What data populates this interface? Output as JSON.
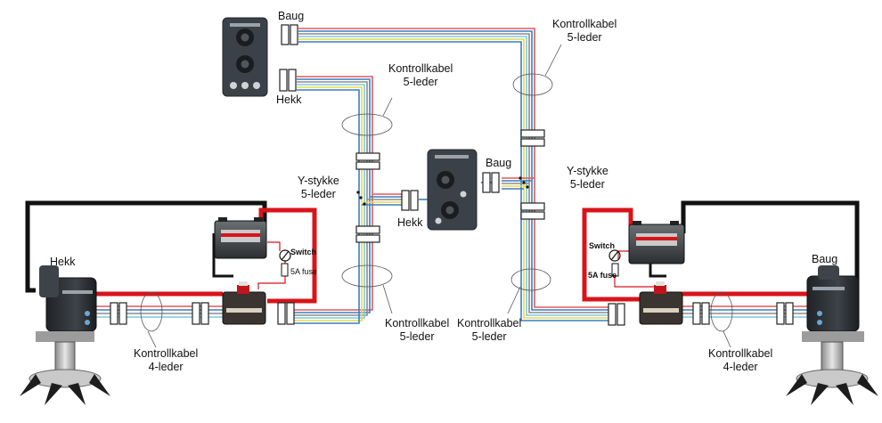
{
  "labels": {
    "baug_top": "Baug",
    "hekk_top": "Hekk",
    "kontrollkabel": "Kontrollkabel",
    "leder_5": "5-leder",
    "leder_4": "4-leder",
    "y_stykke": "Y-stykke",
    "baug_mid": "Baug",
    "hekk_mid": "Hekk",
    "hekk_left": "Hekk",
    "baug_right": "Baug",
    "switch_left": "Switch",
    "switch_right": "Switch",
    "fuse_left": "5A fuse",
    "fuse_right": "5A fuse"
  },
  "colors": {
    "positive": "#d8141a",
    "ground": "#111111",
    "wire_blue": "#3a7fc0",
    "wire_yellow": "#e8d94a",
    "wire_red": "#e05a5a",
    "wire_grey": "#8c8c8c",
    "wire_cyan": "#7fc8e0",
    "panel": "#3b4148",
    "thruster": "#2b2f33"
  }
}
